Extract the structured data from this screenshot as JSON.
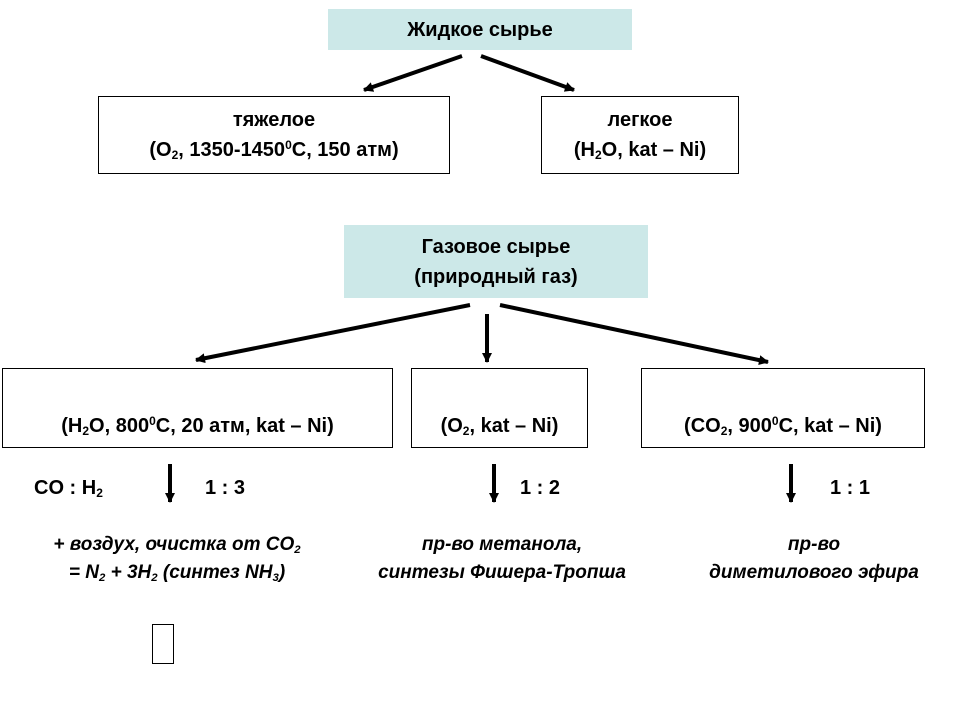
{
  "liquid": {
    "title": "Жидкое сырье",
    "heavy": {
      "label": "тяжелое",
      "cond_1": "(O",
      "cond_1_sub": "2",
      "cond_2": ", 1350-1450",
      "cond_2_sup": "0",
      "cond_3": "C, 150 атм)"
    },
    "light": {
      "label": "легкое",
      "cond_1": "(H",
      "cond_1_sub": "2",
      "cond_2": "O, kat – Ni)"
    }
  },
  "gas": {
    "title_line1": "Газовое сырье",
    "title_line2": "(природный газ)",
    "steam": {
      "p1": "(H",
      "p1_sub": "2",
      "p2": "O, 800",
      "p2_sup": "0",
      "p3": "C, 20 атм, kat – Ni)"
    },
    "oxygen": {
      "p1": "(O",
      "p1_sub": "2",
      "p2": ", kat – Ni)"
    },
    "co2": {
      "p1": "(CO",
      "p1_sub": "2",
      "p2": ", 900",
      "p2_sup": "0",
      "p3": "C, kat – Ni)"
    }
  },
  "ratios": {
    "label_1": "CO : H",
    "label_sub": "2",
    "r1": "1 : 3",
    "r2": "1 : 2",
    "r3": "1 : 1"
  },
  "notes": {
    "ammonia": {
      "l1a": "+ воздух, очистка от CO",
      "l1_sub": "2",
      "l2a": "= N",
      "l2_sub1": "2",
      "l2b": " + 3H",
      "l2_sub2": "2",
      "l2c": " (синтез NH",
      "l2_sub3": "3",
      "l2d": ")"
    },
    "methanol": {
      "l1": "пр-во метанола,",
      "l2": "синтезы Фишера-Тропша"
    },
    "ether": {
      "l1": "пр-во",
      "l2": "диметилового эфира"
    }
  },
  "colors": {
    "teal_box": "#cce8e8",
    "border": "#000000"
  }
}
